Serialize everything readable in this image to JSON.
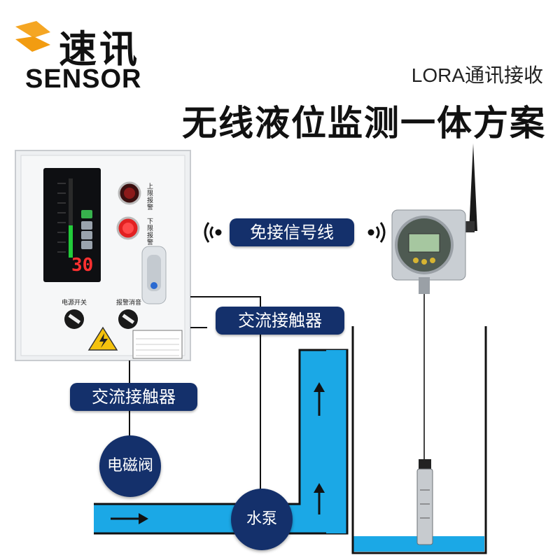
{
  "brand": {
    "name_cn": "速讯",
    "name_en": "SENSOR",
    "accent": "#f5a623"
  },
  "header": {
    "subtitle": "LORA通讯接收",
    "title": "无线液位监测一体方案"
  },
  "control_box": {
    "display_value": "30",
    "upper_alarm_label": "上限报警",
    "lower_alarm_label": "下限报警",
    "power_switch_label": "电源开关",
    "alarm_mute_label": "报警消音"
  },
  "labels": {
    "wireless": "免接信号线",
    "contactor_right": "交流接触器",
    "contactor_left": "交流接触器",
    "solenoid_valve": "电磁阀",
    "water_pump": "水泵"
  },
  "colors": {
    "navy": "#14306b",
    "water": "#1ba8e6"
  }
}
